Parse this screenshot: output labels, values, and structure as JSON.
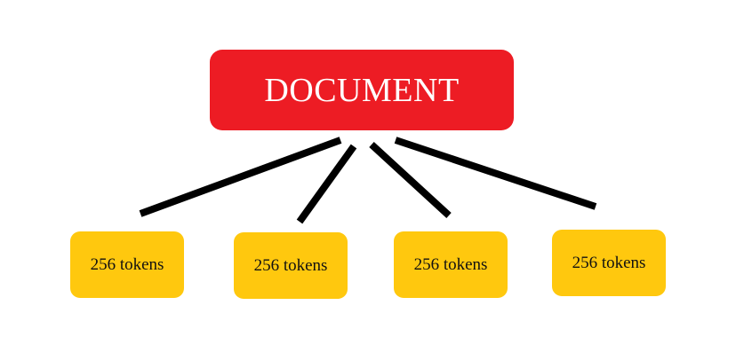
{
  "document": {
    "label": "DOCUMENT"
  },
  "chunks": [
    {
      "label": "256 tokens"
    },
    {
      "label": "256 tokens"
    },
    {
      "label": "256 tokens"
    },
    {
      "label": "256 tokens"
    }
  ],
  "colors": {
    "document_fill": "#ED1C24",
    "document_text": "#FFFFFF",
    "chunk_fill": "#FFC80E",
    "chunk_text": "#111111",
    "connector": "#000000",
    "background": "#FFFFFF"
  }
}
